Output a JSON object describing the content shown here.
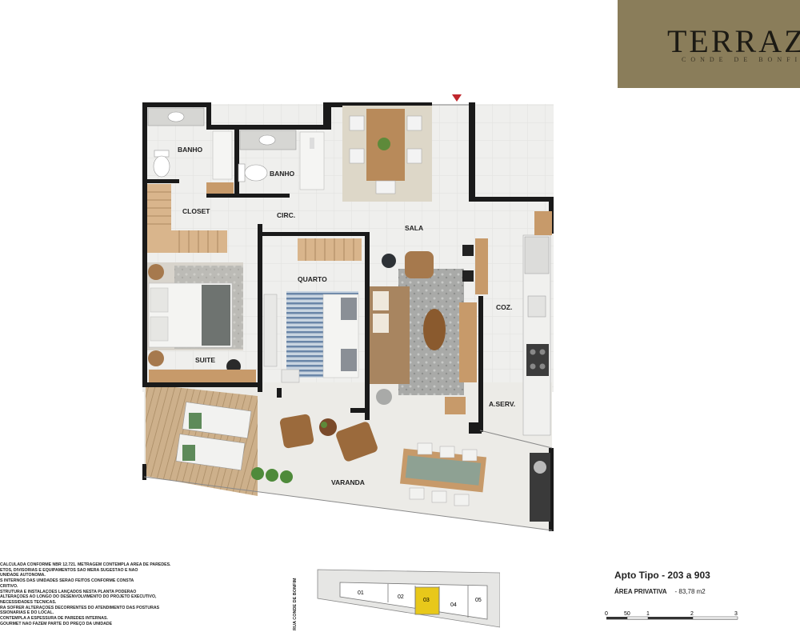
{
  "brand": {
    "title": "TERRAZA",
    "subtitle": "CONDE DE BONFIM",
    "color": "#8a7d5a"
  },
  "plan": {
    "rooms": {
      "banho_1": "BANHO",
      "banho_2": "BANHO",
      "closet": "CLOSET",
      "circ": "CIRC.",
      "sala": "SALA",
      "quarto": "QUARTO",
      "suite": "SUITE",
      "coz": "COZ.",
      "aserv": "A.SERV.",
      "varanda": "VARANDA"
    },
    "colors": {
      "wall": "#1a1a1a",
      "floor": "#efefed",
      "deck": "#c9ab86",
      "wood": "#c79a6a",
      "entry_marker": "#c0272d"
    }
  },
  "notes": [
    "CALCULADA CONFORME NBR 12.721. METRAGEM CONTEMPLA ÁREA DE PAREDES.",
    "ETOS, DIVISÓRIAS E EQUIPAMENTOS SÃO MERA SUGESTÃO E NÃO",
    "UNIDADE AUTÔNOMA.",
    "S INTERNOS DAS UNIDADES SERÃO FEITOS CONFORME CONSTA",
    "CRITIVO.",
    "STRUTURA E INSTALAÇÕES LANÇADOS NESTA PLANTA PODERÃO",
    "ALTERAÇÕES AO LONGO DO DESENVOLVIMENTO DO PROJETO EXECUTIVO,",
    "NECESSIDADES TÉCNICAS.",
    "RÁ SOFRER ALTERAÇÕES DECORRENTES DO ATENDIMENTO DAS POSTURAS",
    "SSIONÁRIAS E DO LOCAL.",
    "CONTEMPLA A ESPESSURA DE PAREDES INTERNAS.",
    "GOURMET NÃO FAZEM PARTE DO PREÇO DA UNIDADE"
  ],
  "street_label": "RUA CONDE DE BONFIM",
  "keymap": {
    "units": [
      "01",
      "02",
      "03",
      "04",
      "05"
    ],
    "highlighted": "03",
    "highlight_color": "#e8c81a"
  },
  "apartment": {
    "title": "Apto Tipo -  203 a 903",
    "area_label": "ÁREA PRIVATIVA",
    "area_value": "-  83,78 m2"
  },
  "scale": {
    "labels": [
      "0",
      "50",
      "1",
      "2",
      "3"
    ]
  }
}
